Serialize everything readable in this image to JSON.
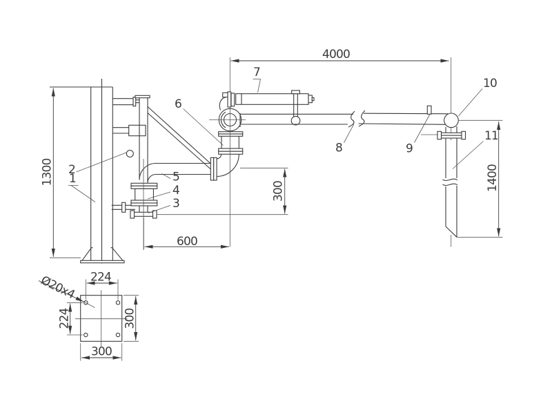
{
  "drawing": {
    "background_color": "#ffffff",
    "line_color": "#3a3a3a",
    "dimensions": {
      "arm_length": "4000",
      "column_height": "1300",
      "inlet_offset": "600",
      "riser_drop": "300",
      "drop_pipe_length": "1400"
    },
    "base_plate_detail": {
      "hole_spacing_top": "224",
      "hole_spacing_left": "224",
      "plate_width_bottom": "300",
      "plate_height_right": "300",
      "bolt_hole_note": "Ø20x4"
    },
    "part_labels": {
      "p1": "1",
      "p2": "2",
      "p3": "3",
      "p4": "4",
      "p5": "5",
      "p6": "6",
      "p7": "7",
      "p8": "8",
      "p9": "9",
      "p10": "10",
      "p11": "11"
    }
  }
}
